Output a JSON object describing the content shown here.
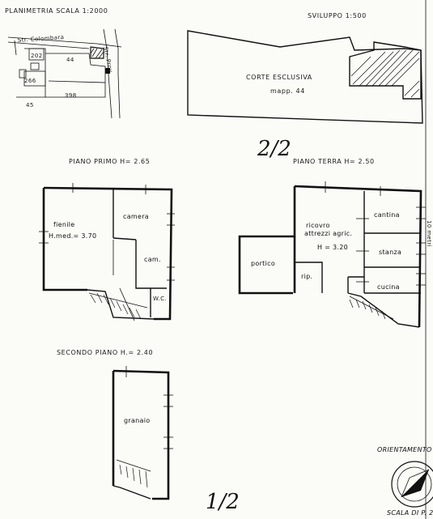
{
  "headers": {
    "planimetria": "PLANIMETRIA  SCALA 1:2000",
    "sviluppo": "SVILUPPO  1:500",
    "piano_primo": "PIANO  PRIMO  H= 2.65",
    "piano_terra": "PIANO  TERRA  H= 2.50",
    "secondo_piano": "SECONDO  PIANO  H.= 2.40"
  },
  "planimetria": {
    "street_1": "Str. Colombara",
    "street_2": "Str. Prov.",
    "parcel_202": "202",
    "parcel_44": "44",
    "parcel_266": "266",
    "parcel_45": "45",
    "parcel_398": "398"
  },
  "sviluppo": {
    "corte": "CORTE  ESCLUSIVA",
    "mapp": "mapp. 44"
  },
  "piano_primo": {
    "fienile": "fienile",
    "hmed": "H.med.= 3.70",
    "camera": "camera",
    "cam": "cam.",
    "wc": "W.C."
  },
  "piano_terra": {
    "ricovro": "ricovro",
    "attrezzi": "attrezzi  agric.",
    "h": "H = 3.20",
    "cantina": "cantina",
    "stanza": "stanza",
    "cucina": "cucina",
    "portico": "portico",
    "rip": "rip."
  },
  "secondo_piano": {
    "granaio": "granaio"
  },
  "annotations": {
    "page_mark_top": "2/2",
    "page_mark_bottom": "1/2",
    "scale_margin": "10 metri",
    "orientamento": "ORIENTAMENTO",
    "scala": "SCALA DI P. 2"
  }
}
